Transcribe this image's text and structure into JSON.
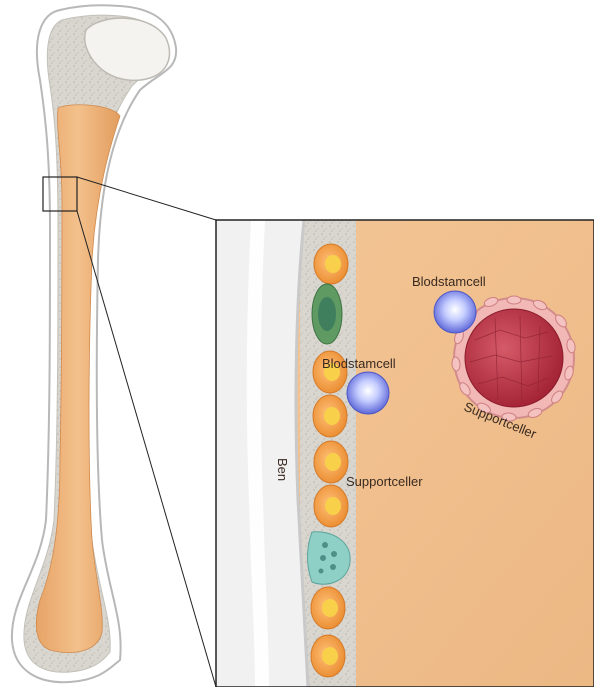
{
  "labels": {
    "bone": "Ben",
    "stem_cell_top": "Blodstamcell",
    "stem_cell_mid": "Blodstamcell",
    "support_cells_lining": "Supportceller",
    "support_cells_vessel": "Supportceller"
  },
  "colors": {
    "marrow": "#f0c08e",
    "bone_cortex": "#d9d6cf",
    "bone_outline": "#9a9a9a",
    "stem_cell": "#9aa8f0",
    "support_cell": "#f3a04a",
    "vessel": "#c0384a",
    "frame": "#222222"
  }
}
